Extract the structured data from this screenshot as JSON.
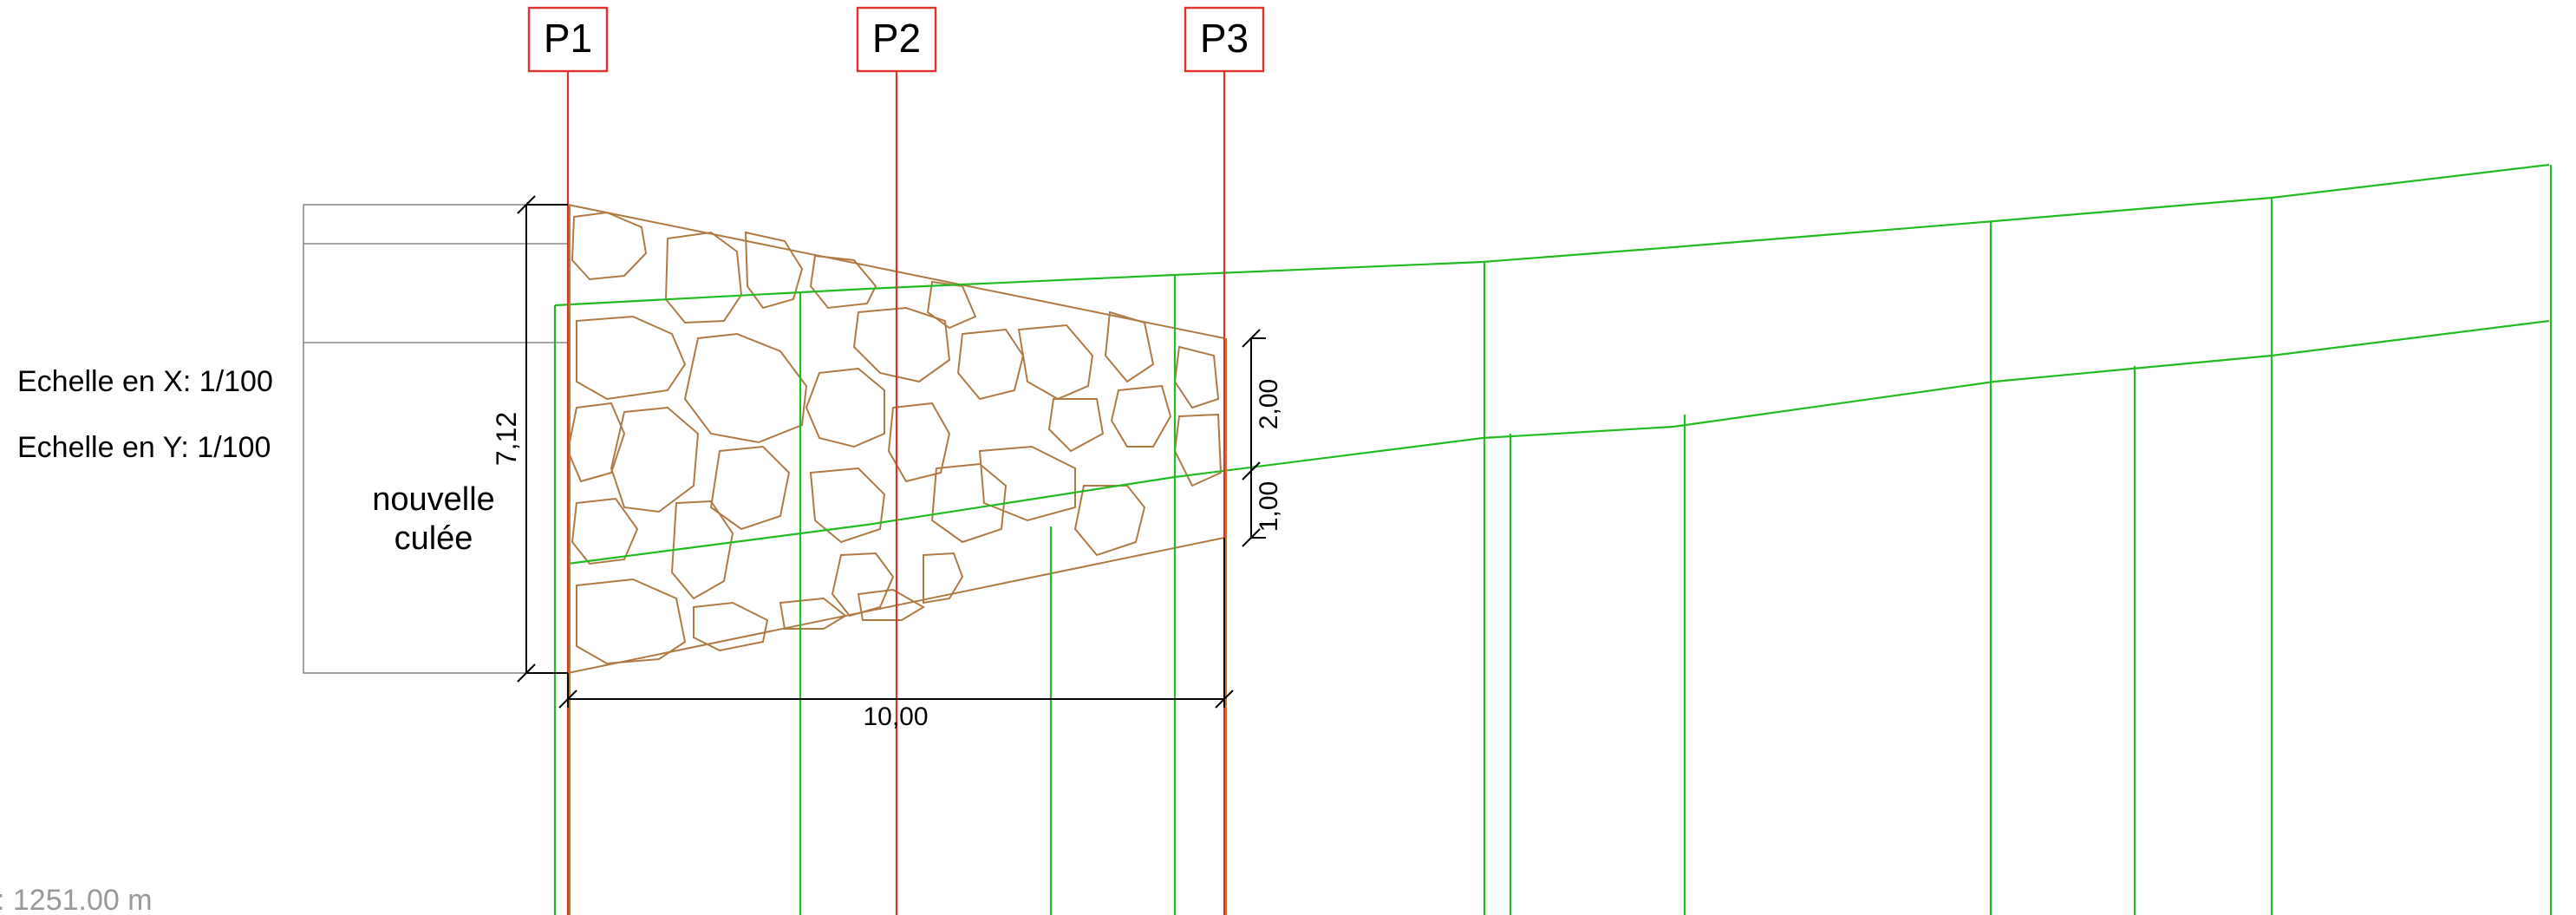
{
  "profiles": [
    {
      "label": "P1"
    },
    {
      "label": "P2"
    },
    {
      "label": "P3"
    }
  ],
  "scales": {
    "x": "Echelle en X: 1/100",
    "y": "Echelle en Y: 1/100"
  },
  "abutment": {
    "line1": "nouvelle",
    "line2": "culée"
  },
  "dimensions": {
    "height": "7,12",
    "width": "10,00",
    "upper": "2,00",
    "lower": "1,00"
  },
  "reference": ": 1251.00 m",
  "colors": {
    "profile": "#e0322c",
    "terrain": "#22bb22",
    "masonry": "#b07a45",
    "dimension": "#000000",
    "outline": "#8a8a8a"
  }
}
